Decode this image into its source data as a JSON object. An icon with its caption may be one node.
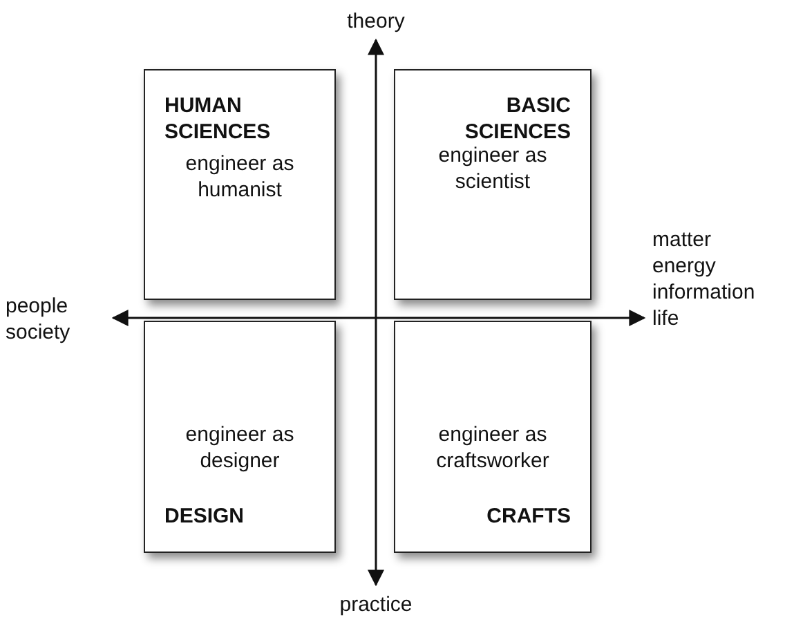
{
  "diagram": {
    "nodes": [
      {
        "text": [
          "HUMAN SCIENCES",
          "engineer as humanist"
        ]
      },
      {
        "text": [
          "BASIC SCIENCES",
          "engineer as scientist"
        ]
      },
      {
        "text": [
          "engineer as designer",
          "DESIGN"
        ]
      },
      {
        "text": [
          "engineer as craftsworker",
          "CRAFTS"
        ]
      }
    ],
    "edges": [],
    "labels": [
      "theory",
      "matter energy information life",
      "people society",
      "practice"
    ]
  }
}
